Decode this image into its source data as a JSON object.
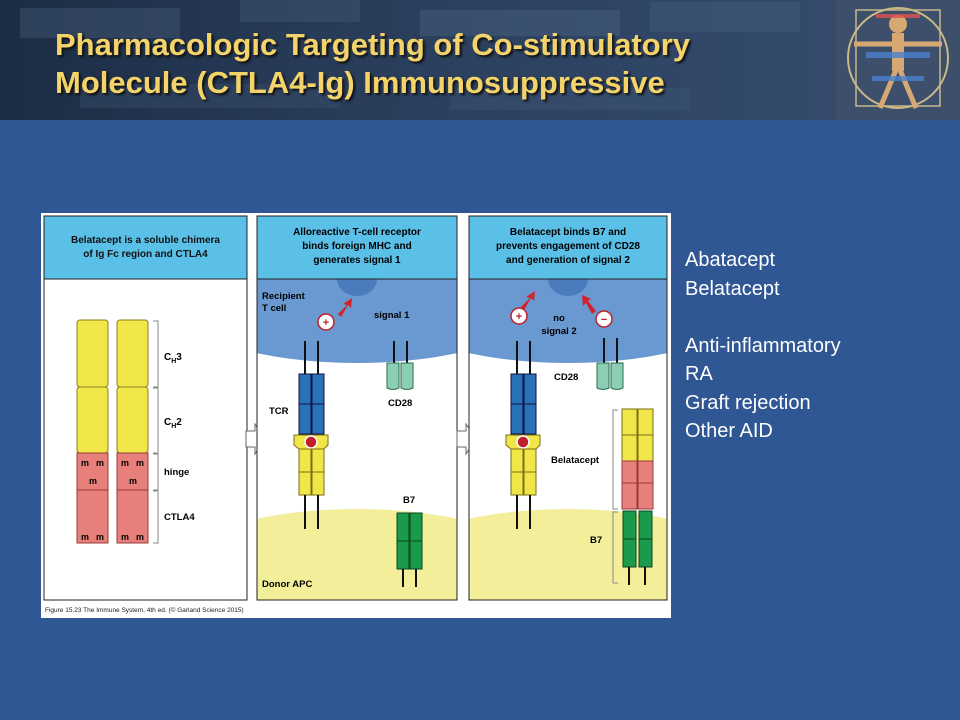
{
  "slide": {
    "title_line1": "Pharmacologic Targeting of Co-stimulatory",
    "title_line2": "Molecule (CTLA4-Ig) Immunosuppressive"
  },
  "bullets": [
    "Abatacept",
    "Belatacept",
    "",
    "Anti-inflammatory",
    "RA",
    "Graft rejection",
    "Other AID"
  ],
  "figure": {
    "panel1": {
      "header_line1": "Belatacept is a soluble chimera",
      "header_line2": "of Ig Fc region and CTLA4",
      "domain_labels": {
        "ch3_main": "C",
        "ch3_sub": "H",
        "ch3_num": "3",
        "ch2_main": "C",
        "ch2_sub": "H",
        "ch2_num": "2",
        "hinge": "hinge",
        "ctla4": "CTLA4"
      },
      "marker": "m"
    },
    "panel2": {
      "header_line1": "Alloreactive T-cell receptor",
      "header_line2": "binds foreign MHC and",
      "header_line3": "generates signal 1",
      "recipient_line1": "Recipient",
      "recipient_line2": "T cell",
      "signal": "signal 1",
      "tcr": "TCR",
      "cd28": "CD28",
      "b7": "B7",
      "donor": "Donor APC"
    },
    "panel3": {
      "header_line1": "Belatacept binds B7 and",
      "header_line2": "prevents engagement of CD28",
      "header_line3": "and generation of signal 2",
      "no_signal_line1": "no",
      "no_signal_line2": "signal 2",
      "cd28": "CD28",
      "belatacept": "Belatacept",
      "b7": "B7"
    },
    "caption": "Figure 15.23 The Immune System, 4th ed. (© Garland Science 2015)"
  },
  "colors": {
    "background": "#2f5794",
    "title": "#f4d46a",
    "panel_header": "#5bc0e8",
    "cell_blue": "#6a98d0",
    "apc_yellow": "#f3ee9a",
    "tcr_blue": "#2a72b8",
    "mhc_yellow": "#f0e64a",
    "hinge_red": "#e7807a",
    "cd28_green": "#8cceb4",
    "b7_green": "#1a9a4a"
  }
}
